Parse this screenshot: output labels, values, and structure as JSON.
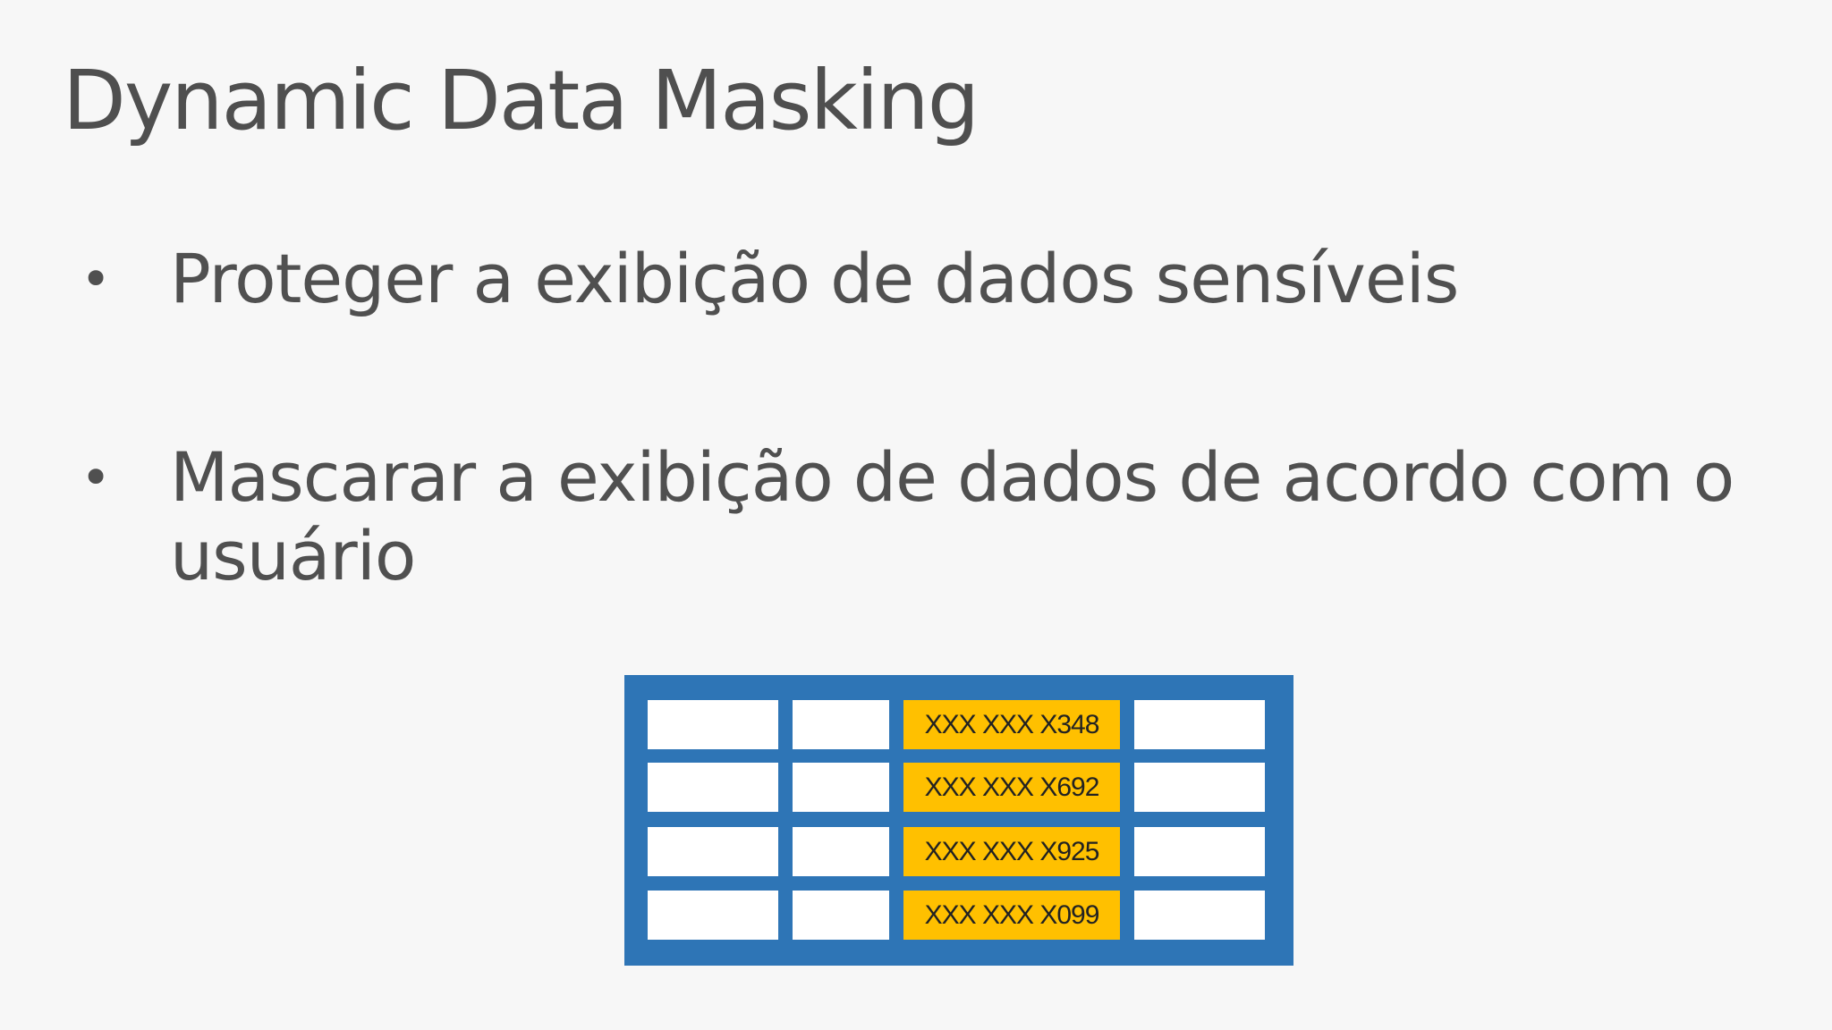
{
  "slide": {
    "title": "Dynamic Data Masking",
    "bullets": [
      {
        "marker": "•",
        "text": "Proteger a exibição de dados sensíveis"
      },
      {
        "marker": "•",
        "text": "Mascarar a exibição de dados de acordo com o usuário"
      }
    ]
  },
  "table": {
    "masked_values": [
      "XXX XXX X348",
      "XXX XXX X692",
      "XXX XXX X925",
      "XXX XXX X099"
    ],
    "colors": {
      "border": "#2e75b6",
      "masked_cell": "#ffc000",
      "plain_cell": "#ffffff"
    }
  }
}
